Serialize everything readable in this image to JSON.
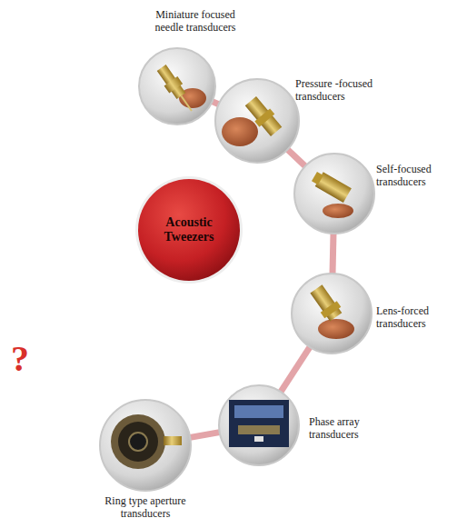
{
  "diagram": {
    "nodes": [
      {
        "text": [
          "Miniature focused needle transducers"
        ]
      },
      {
        "text": [
          "Pressure -focused transducers"
        ]
      },
      {
        "text": [
          "Self-focused transducers"
        ]
      },
      {
        "text": [
          "Acoustic Tweezers"
        ]
      },
      {
        "text": [
          "Lens-forced transducers"
        ]
      },
      {
        "text": [
          "Phase array transducers"
        ]
      },
      {
        "text": [
          "Ring type aperture transducers"
        ]
      }
    ],
    "edges": [
      {
        "from": 0,
        "to": 1,
        "arrow": "none"
      },
      {
        "from": 1,
        "to": 2,
        "arrow": "none"
      },
      {
        "from": 2,
        "to": 4,
        "arrow": "none"
      },
      {
        "from": 4,
        "to": 5,
        "arrow": "none"
      },
      {
        "from": 5,
        "to": 6,
        "arrow": "none"
      }
    ],
    "labels": [
      "?"
    ]
  }
}
